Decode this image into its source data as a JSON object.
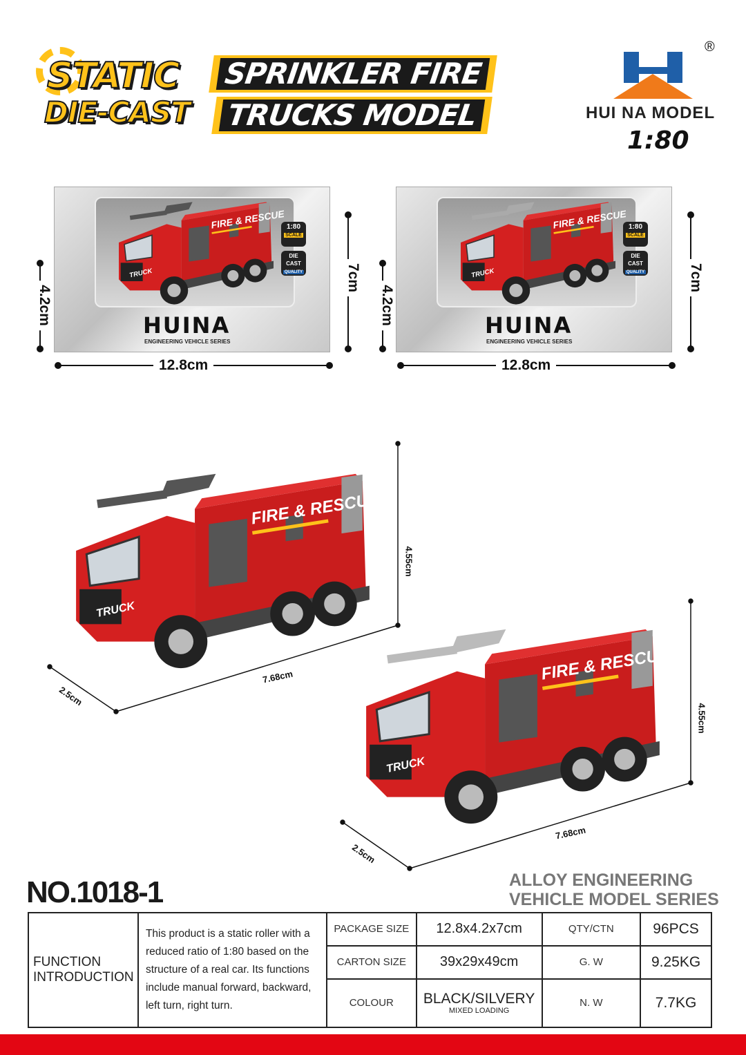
{
  "header": {
    "static_line1": "STATIC",
    "static_line2": "DIE-CAST",
    "title_line1": "SPRINKLER FIRE",
    "title_line2": "TRUCKS MODEL"
  },
  "brand": {
    "name": "HUI NA MODEL",
    "registered": "®",
    "scale": "1:80"
  },
  "packages": [
    {
      "brand": "HUINA",
      "series": "ENGINEERING VEHICLE SERIES",
      "scale_tag": "1:80",
      "scale_sub": "SCALE",
      "diecast_tag": "DIE CAST",
      "quality": "QUALITY",
      "truck_text": "FIRE & RESCUE",
      "truck_label": "TRUCK",
      "width": "12.8cm",
      "depth": "4.2cm",
      "height": "7cm"
    },
    {
      "brand": "HUINA",
      "series": "ENGINEERING VEHICLE SERIES",
      "scale_tag": "1:80",
      "scale_sub": "SCALE",
      "diecast_tag": "DIE CAST",
      "quality": "QUALITY",
      "truck_text": "FIRE & RESCUE",
      "truck_label": "TRUCK",
      "width": "12.8cm",
      "depth": "4.2cm",
      "height": "7cm"
    }
  ],
  "models": [
    {
      "colour": "black",
      "truck_text": "FIRE & RESCUE",
      "truck_label": "TRUCK",
      "length": "7.68cm",
      "width": "2.5cm",
      "height": "4.55cm"
    },
    {
      "colour": "silvery",
      "truck_text": "FIRE & RESCUE",
      "truck_label": "TRUCK",
      "length": "7.68cm",
      "width": "2.5cm",
      "height": "4.55cm"
    }
  ],
  "product": {
    "number": "NO.1018-1",
    "series_line1": "ALLOY ENGINEERING",
    "series_line2": "VEHICLE MODEL SERIES"
  },
  "specs": {
    "function_label": "FUNCTION INTRODUCTION",
    "function_text": "This product is a static roller with a reduced ratio of 1:80 based on the structure of a real car. Its functions include manual forward, backward, left turn, right turn.",
    "package_size_label": "PACKAGE SIZE",
    "package_size": "12.8x4.2x7cm",
    "carton_size_label": "CARTON SIZE",
    "carton_size": "39x29x49cm",
    "colour_label": "COLOUR",
    "colour": "BLACK/SILVERY",
    "colour_note": "MIXED LOADING",
    "qty_label": "QTY/CTN",
    "qty": "96PCS",
    "gw_label": "G. W",
    "gw": "9.25KG",
    "nw_label": "N. W",
    "nw": "7.7KG"
  },
  "colors": {
    "red": "#e30613",
    "yellow": "#ffc21a",
    "truck_red": "#d42020",
    "logo_blue": "#1f5fa8",
    "logo_orange": "#f07a1a"
  }
}
